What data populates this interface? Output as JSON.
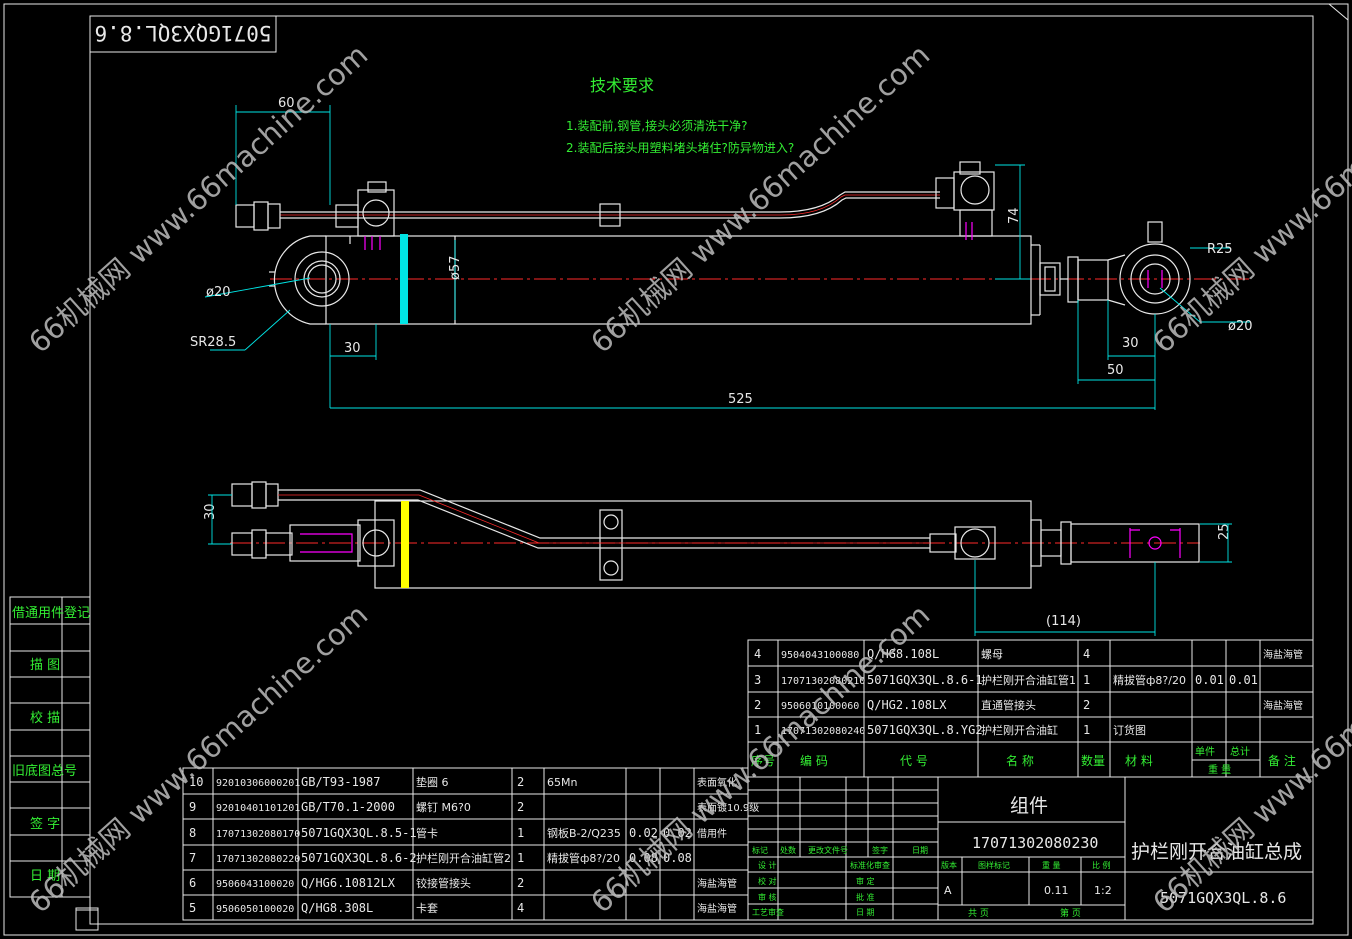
{
  "drawing_number_stamp": "5071GQX3QL.8.6",
  "tech_requirements": {
    "title": "技术要求",
    "item1": "1.装配前,钢管,接头必须清洗干净?",
    "item2": "2.装配后接头用塑料堵头堵住?防异物进入?"
  },
  "dimensions": {
    "d60": "60",
    "d74": "74",
    "dR25": "R25",
    "d20a": "ø20",
    "d57": "ø57",
    "dSR285": "SR28.5",
    "d30a": "30",
    "d30b": "30",
    "d50": "50",
    "d525": "525",
    "d20b": "ø20",
    "d30c": "30",
    "d25": "25",
    "d114": "(114)"
  },
  "side_labels": [
    "借通用件登记",
    "描 图",
    "校 描",
    "旧底图总号",
    "签 字",
    "日 期"
  ],
  "parts_upper": [
    [
      "4",
      "9504043100080",
      "Q/HG8.108L",
      "螺母",
      "4",
      "",
      "",
      "",
      "海盐海管"
    ],
    [
      "3",
      "17071302080210",
      "5071GQX3QL.8.6-1",
      "护栏刚开合油缸管1",
      "1",
      "精拔管ф8?/20",
      "0.01",
      "0.01",
      ""
    ],
    [
      "2",
      "9506010100060",
      "Q/HG2.108LX",
      "直通管接头",
      "2",
      "",
      "",
      "",
      "海盐海管"
    ],
    [
      "1",
      "17071302080240",
      "5071GQX3QL.8.YG2",
      "护栏刚开合油缸",
      "1",
      "订货图",
      "",
      "",
      ""
    ]
  ],
  "parts_header": [
    "序号",
    "编 码",
    "代 号",
    "名 称",
    "数量",
    "材 料",
    "单件",
    "总计",
    "备 注"
  ],
  "parts_header_sub": "重 量",
  "parts_lower": [
    [
      "10",
      "92010306000201",
      "GB/T93-1987",
      "垫圈 6",
      "2",
      "65Mn",
      "",
      "",
      "表面氧化"
    ],
    [
      "9",
      "92010401101201",
      "GB/T70.1-2000",
      "螺钉 M6?0",
      "2",
      "",
      "",
      "",
      "表面镀10.9级"
    ],
    [
      "8",
      "17071302080170",
      "5071GQX3QL.8.5-1",
      "管卡",
      "1",
      "钢板B-2/Q235",
      "0.02",
      "0.02",
      "借用件"
    ],
    [
      "7",
      "17071302080220",
      "5071GQX3QL.8.6-2",
      "护栏刚开合油缸管2",
      "1",
      "精拔管ф8?/20",
      "0.08",
      "0.08",
      ""
    ],
    [
      "6",
      "9506043100020",
      "Q/HG6.10812LX",
      "铰接管接头",
      "2",
      "",
      "",
      "",
      "海盐海管"
    ],
    [
      "5",
      "9506050100020",
      "Q/HG8.308L",
      "卡套",
      "4",
      "",
      "",
      "",
      "海盐海管"
    ]
  ],
  "title_block": {
    "group": "组件",
    "code": "17071302080230",
    "name": "护栏刚开合油缸总成",
    "drawing_no": "5071GQX3QL.8.6",
    "mass": "0.11",
    "scale": "1:2",
    "stage": "A",
    "sheets_total": "共 页",
    "sheet_no": "第 页",
    "left_labels": [
      "设 计",
      "校 对",
      "审 核",
      "工艺审查"
    ],
    "right_labels": [
      "标准化审查",
      "审 定",
      "批 准",
      "日 期"
    ],
    "rev_row": [
      "标记",
      "处数",
      "更改文件号",
      "签字",
      "日期"
    ],
    "hdr_labels": [
      "版本",
      "图样标记",
      "重 量",
      "比 例"
    ]
  },
  "watermark": "66机械网 www.66machine.com",
  "colors": {
    "border": "#e8e8e8",
    "cyan": "#00e5e5",
    "magenta": "#ff00ff",
    "red": "#ff2a2a",
    "green": "#33ee33",
    "yellow": "#ffff00"
  }
}
